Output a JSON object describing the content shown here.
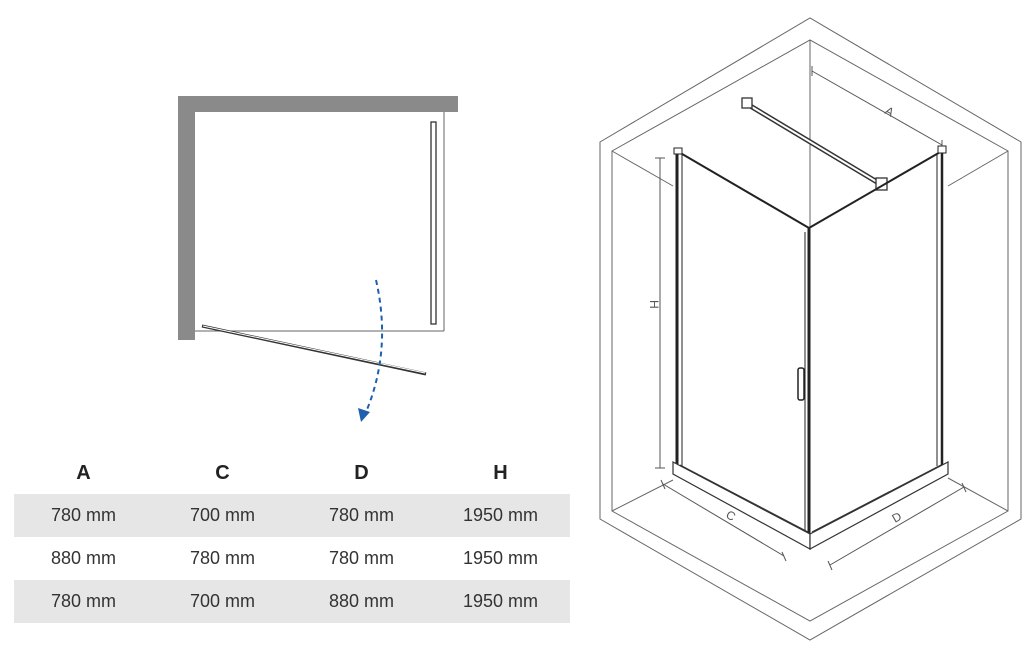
{
  "table": {
    "headers": [
      "A",
      "C",
      "D",
      "H"
    ],
    "rows": [
      [
        "780 mm",
        "700 mm",
        "780 mm",
        "1950 mm"
      ],
      [
        "880 mm",
        "780 mm",
        "780 mm",
        "1950 mm"
      ],
      [
        "780 mm",
        "700 mm",
        "880 mm",
        "1950 mm"
      ]
    ]
  },
  "iso_labels": {
    "a": "A",
    "h": "H",
    "c": "C",
    "d": "D"
  },
  "colors": {
    "wall": "#8a8a8a",
    "swing_arrow": "#1f5fae",
    "row_shade": "#e6e6e6",
    "line": "#333333"
  }
}
